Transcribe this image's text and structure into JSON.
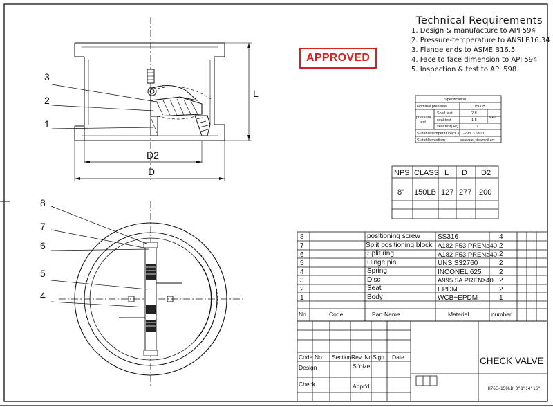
{
  "technical_requirements": {
    "title": "Technical Requirements",
    "items": [
      "1. Design & manufacture to API 594",
      "2. Pressure-temperature to ANSI B16.34",
      "3. Flange ends to ASME B16.5",
      "4. Face to face dimension to API 594",
      "5. Inspection & test to API 598"
    ]
  },
  "stamp": {
    "label": "APPROVED",
    "color": "#d91f1f"
  },
  "specification": {
    "title": "Specification",
    "nominal_pressure_label": "Nominal pressure",
    "nominal_pressure_value": "150LB",
    "pressure_test_label_1": "pressure",
    "pressure_test_label_2": "test",
    "shell_test_label": "Shell test",
    "shell_test_value": "2.8",
    "seat_test_label": "seal test",
    "seat_test_value": "1.5",
    "unit": "MPa",
    "seal_test_air_label": "seal test(Air)",
    "seal_test_air_value": "/",
    "temp_label": "Suitable temperature(°C)",
    "temp_value": "-29°C~180°C",
    "medium_label": "Suitable medium",
    "medium_value": "seawater,steam,oil ect"
  },
  "dimensions": {
    "headers": [
      "NPS",
      "CLASS",
      "L",
      "D",
      "D2"
    ],
    "row": [
      "8\"",
      "150LB",
      "127",
      "277",
      "200"
    ]
  },
  "callouts": {
    "top": [
      "3",
      "2",
      "1"
    ],
    "bottom": [
      "8",
      "7",
      "6",
      "5",
      "4"
    ],
    "dims": {
      "L": "L",
      "D": "D",
      "D2": "D2"
    }
  },
  "parts": {
    "rows": [
      {
        "no": "8",
        "name": "positioning screw",
        "material": "SS316",
        "qty": "4"
      },
      {
        "no": "7",
        "name": "Split positioning block",
        "material": "A182 F53 PREN≥40",
        "qty": "2"
      },
      {
        "no": "6",
        "name": "Split ring",
        "material": "A182 F53 PREN≥40",
        "qty": "2"
      },
      {
        "no": "5",
        "name": "Hinge pin",
        "material": "UNS S32760",
        "qty": "2"
      },
      {
        "no": "4",
        "name": "Spring",
        "material": "INCONEL 625",
        "qty": "2"
      },
      {
        "no": "3",
        "name": "Disc",
        "material": "A995 5A PREN≥40",
        "qty": "2"
      },
      {
        "no": "2",
        "name": "Seat",
        "material": "EPDM",
        "qty": "2"
      },
      {
        "no": "1",
        "name": "Body",
        "material": "WCB+EPDM",
        "qty": "1"
      }
    ],
    "header": {
      "no": "No.",
      "code": "Code",
      "name": "Part Name",
      "material": "Material",
      "qty": "number"
    }
  },
  "title_block": {
    "title": "CHECK VALVE",
    "drawing_no": "H76E-150LB 3\"8\"14\"16\"",
    "code": "Code",
    "no": "No.",
    "section": "Section",
    "rev_no": "Rev. No.",
    "sign": "Sign",
    "date": "Date",
    "design": "Design",
    "standardize": "St'dize",
    "check": "Check",
    "approved": "Appr'd"
  }
}
